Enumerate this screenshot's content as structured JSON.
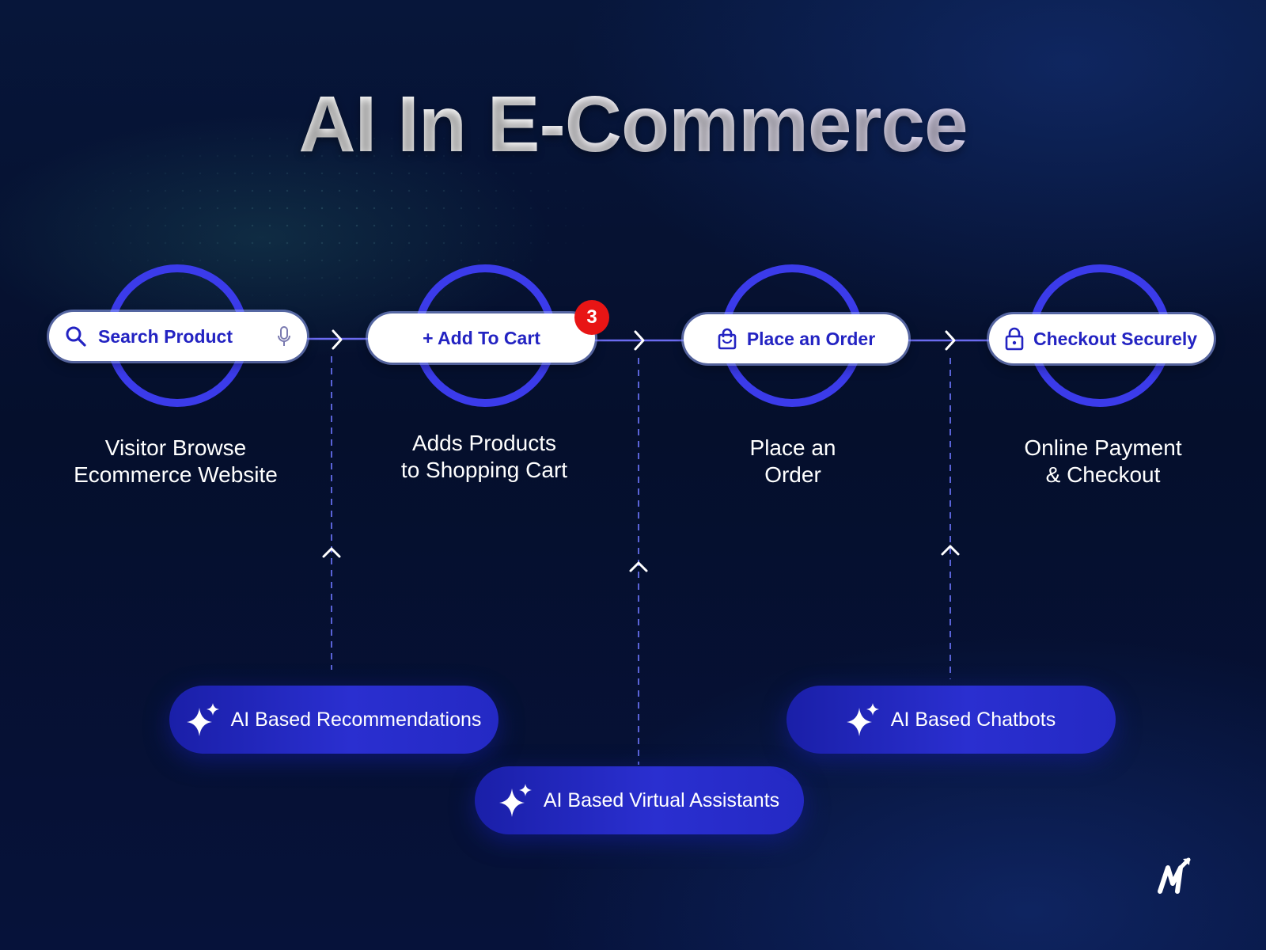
{
  "title": "AI In E-Commerce",
  "steps": [
    {
      "pill_label": "Search Product",
      "pill_icon": "search-icon",
      "pill_icon_right": "microphone-icon",
      "caption": [
        "Visitor Browse",
        "Ecommerce Website"
      ]
    },
    {
      "pill_label": "+ Add To Cart",
      "badge": "3",
      "caption": [
        "Adds Products",
        "to Shopping Cart"
      ]
    },
    {
      "pill_label": "Place an Order",
      "pill_icon": "shopping-bag-icon",
      "caption": [
        "Place an",
        "Order"
      ]
    },
    {
      "pill_label": "Checkout Securely",
      "pill_icon": "lock-icon",
      "caption": [
        "Online Payment",
        "& Checkout"
      ]
    }
  ],
  "ai_features": [
    {
      "label": "AI Based Recommendations",
      "icon": "sparkle-icon"
    },
    {
      "label": "AI Based Virtual Assistants",
      "icon": "sparkle-icon"
    },
    {
      "label": "AI Based Chatbots",
      "icon": "sparkle-icon"
    }
  ],
  "colors": {
    "background": "#06123a",
    "ring": "#3b3bea",
    "pill_text": "#2323c2",
    "badge": "#e81515",
    "ai_pill": "#2429c4"
  },
  "logo_icon": "brand-m-logo-icon"
}
